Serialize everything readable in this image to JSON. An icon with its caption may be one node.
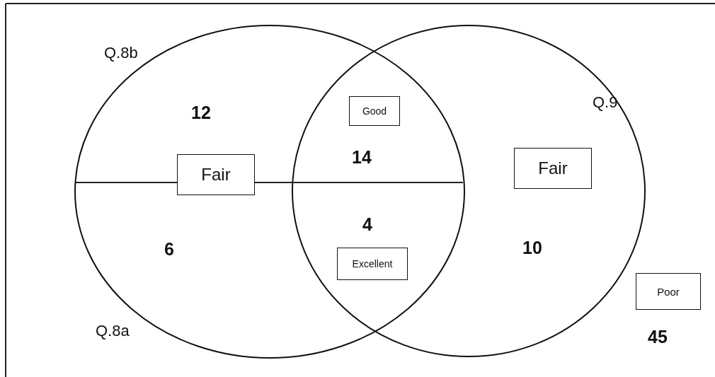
{
  "diagram": {
    "nodes": [
      {
        "text": [
          "Q.8b",
          "Q.8a"
        ]
      },
      {
        "text": [
          "Q.9"
        ]
      },
      {
        "text": [
          "Good"
        ]
      },
      {
        "text": [
          "Fair"
        ],
        "in": 0
      },
      {
        "text": [
          "Fair"
        ],
        "in": 1
      },
      {
        "text": [
          "Excellent"
        ]
      },
      {
        "text": [
          "Poor"
        ]
      }
    ],
    "edges": [],
    "labels": [
      "12",
      "14",
      "6",
      "4",
      "10",
      "45"
    ]
  }
}
